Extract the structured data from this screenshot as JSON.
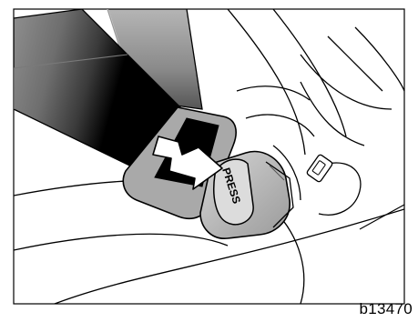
{
  "illustration": {
    "button_label": "PRESS",
    "figure_id": "b13470",
    "colors": {
      "background": "#ffffff",
      "outline": "#000000",
      "seat": "#e8e8e8",
      "buckle_metal": "#bdbdbd",
      "buckle_dark": "#8c8c8c",
      "belt_light": "#9a9a9a",
      "belt_dark": "#000000",
      "arrow": "#ffffff"
    },
    "icons": [
      "seat-belt",
      "buckle",
      "release-arrow"
    ]
  }
}
